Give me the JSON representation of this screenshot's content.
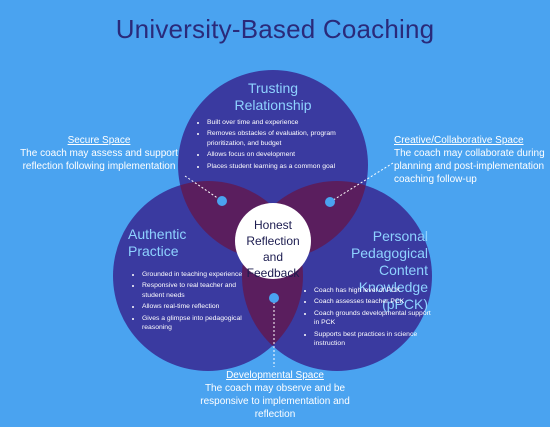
{
  "title": "University-Based Coaching",
  "colors": {
    "background": "#4aa3f0",
    "circle_fill": "#3a3aa0",
    "overlap_fill": "#5a1e5e",
    "center_fill": "#ffffff",
    "title_text": "#2a2a7a",
    "circle_title_text": "#8ed2ff"
  },
  "circles": {
    "top": {
      "title_line1": "Trusting",
      "title_line2": "Relationship",
      "bullets": [
        "Built over time and experience",
        "Removes obstacles of evaluation,  program prioritization, and budget",
        "Allows focus on development",
        "Places student learning as a common goal"
      ]
    },
    "left": {
      "title_line1": "Authentic",
      "title_line2": "Practice",
      "bullets": [
        "Grounded in teaching experience",
        "Responsive to real teacher and student needs",
        "Allows real-time reflection",
        "Gives a glimpse into pedagogical reasoning"
      ]
    },
    "right": {
      "title_line1": "Personal",
      "title_line2": "Pedagogical Content",
      "title_line3": "Knowledge (pPCK)",
      "bullets": [
        "Coach has high level of PCK",
        "Coach assesses teacher PCK",
        "Coach grounds developmental support in PCK",
        "Supports best practices in science instruction"
      ]
    }
  },
  "center": {
    "line1": "Honest",
    "line2": "Reflection and",
    "line3": "Feedback"
  },
  "callouts": {
    "secure": {
      "heading": "Secure Space",
      "line1": "The coach may assess and support",
      "line2": "reflection following implementation"
    },
    "creative": {
      "heading": "Creative/Collaborative Space",
      "line1": "The coach may collaborate during",
      "line2": "planning and post-implementation",
      "line3": "coaching follow-up"
    },
    "developmental": {
      "heading": "Developmental Space",
      "line1": "The coach may observe and be",
      "line2": "responsive to implementation and",
      "line3": "reflection"
    }
  }
}
